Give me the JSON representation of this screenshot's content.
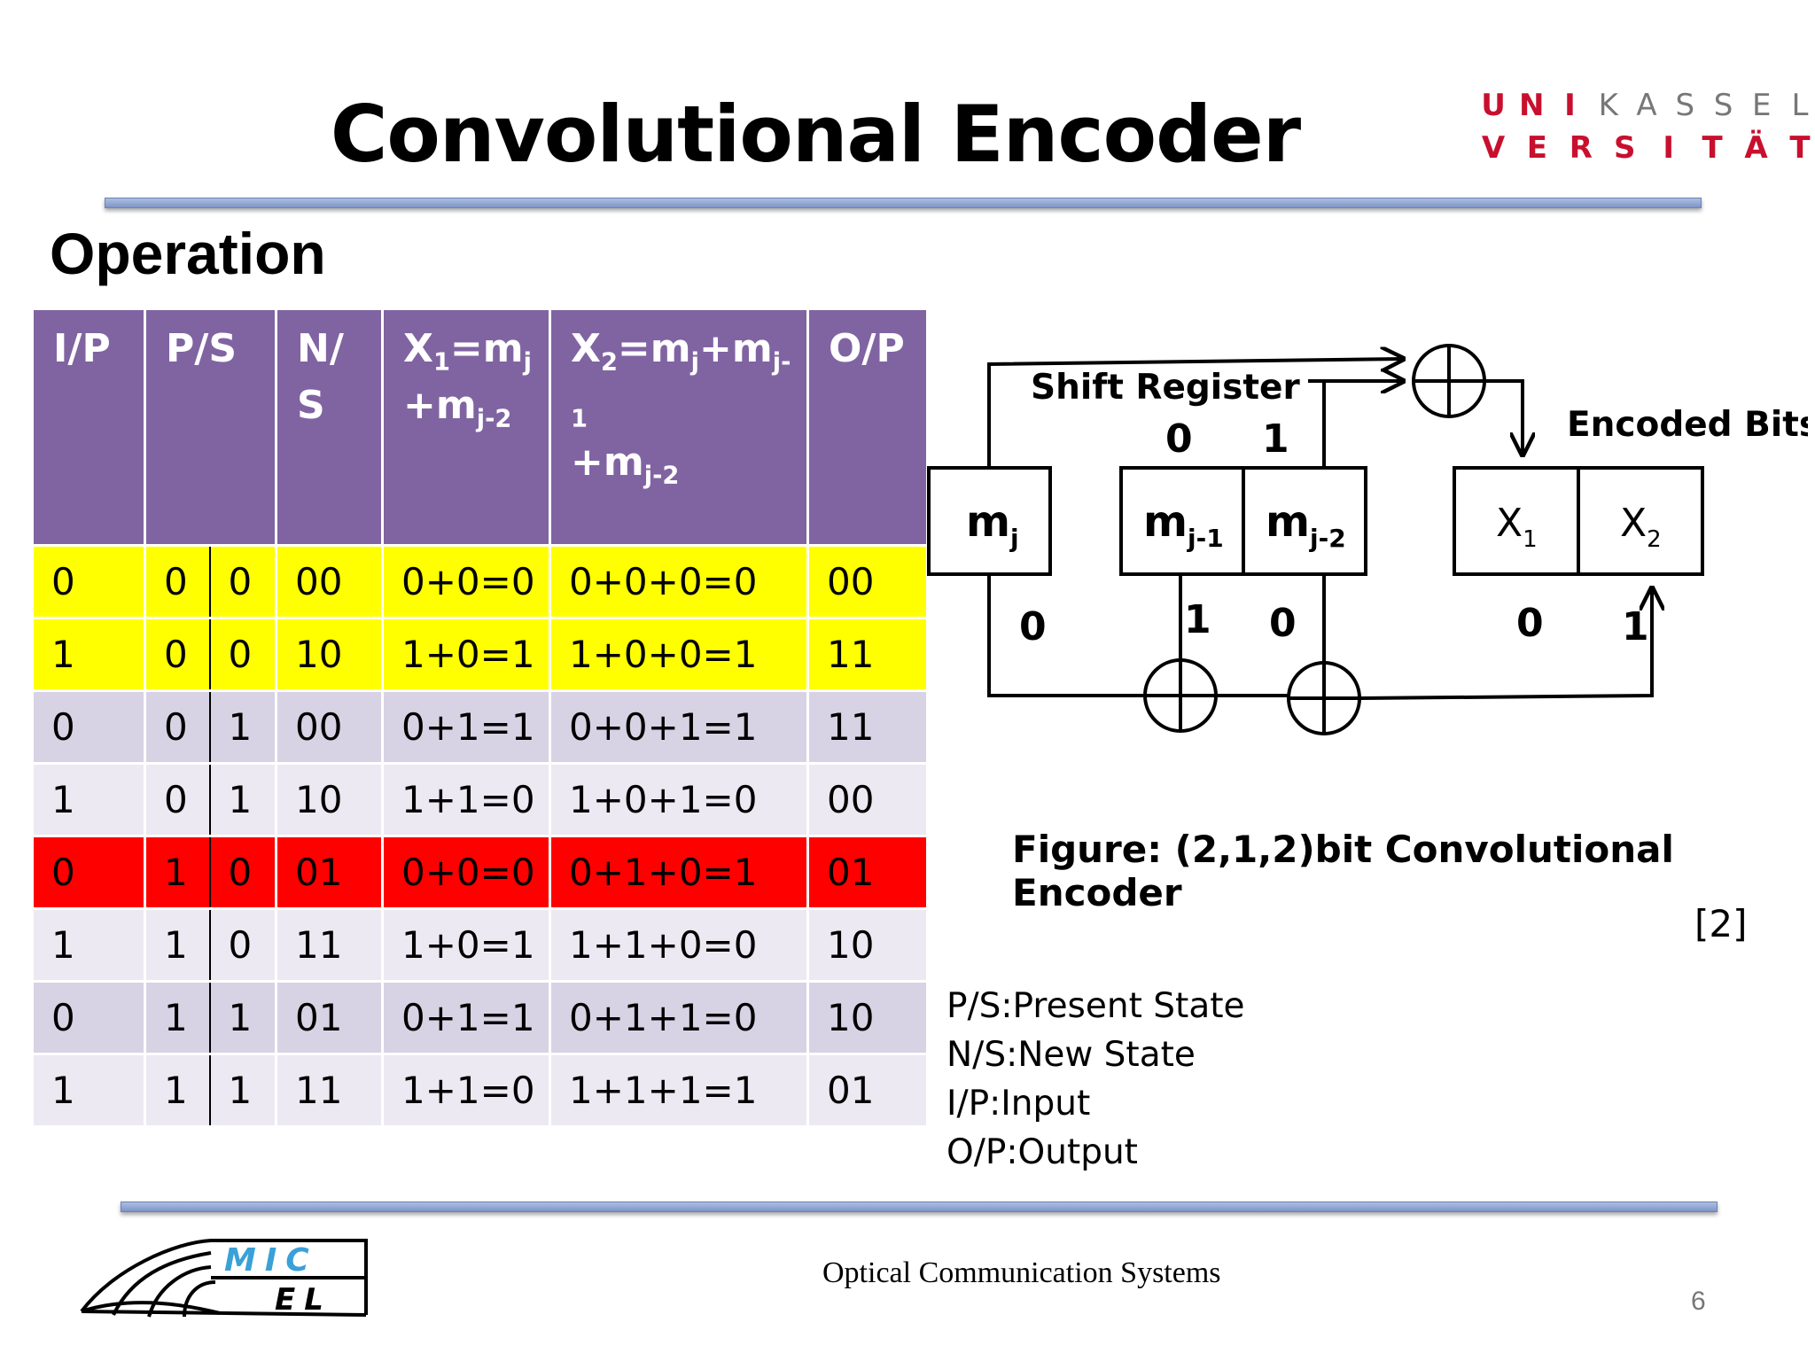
{
  "slide": {
    "title": "Convolutional Encoder",
    "section": "Operation",
    "university_logo": {
      "row1": [
        "U",
        "N",
        "I",
        "K",
        "A",
        "S",
        "S",
        "E",
        "L"
      ],
      "row2": [
        "V",
        "E",
        "R",
        "S",
        "I",
        "T",
        "Ä",
        "T"
      ]
    },
    "footer_text": "Optical Communication Systems",
    "page_number": "6",
    "footer_logo_text": [
      "MIC",
      "EL"
    ]
  },
  "table": {
    "headers": {
      "ip": "I/P",
      "ps": "P/S",
      "ns_line1": "N/",
      "ns_line2": "S",
      "x1_a": "X",
      "x1_a_sub": "1",
      "x1_b": "=m",
      "x1_b_sub": "j",
      "x1_c": "+m",
      "x1_c_sub": "j-2",
      "x2_a": "X",
      "x2_a_sub": "2",
      "x2_b": "=m",
      "x2_b_sub": "j",
      "x2_c": "+m",
      "x2_c_sub": "j-1",
      "x2_d": "+m",
      "x2_d_sub": "j-2",
      "op": "O/P"
    },
    "rows": [
      {
        "ip": "0",
        "ps1": "0",
        "ps2": "0",
        "ns": "00",
        "x1": "0+0=0",
        "x2": "0+0+0=0",
        "op": "00",
        "color": "yellow"
      },
      {
        "ip": "1",
        "ps1": "0",
        "ps2": "0",
        "ns": "10",
        "x1": "1+0=1",
        "x2": "1+0+0=1",
        "op": "11",
        "color": "yellow"
      },
      {
        "ip": "0",
        "ps1": "0",
        "ps2": "1",
        "ns": "00",
        "x1": "0+1=1",
        "x2": "0+0+1=1",
        "op": "11",
        "color": "dark"
      },
      {
        "ip": "1",
        "ps1": "0",
        "ps2": "1",
        "ns": "10",
        "x1": "1+1=0",
        "x2": "1+0+1=0",
        "op": "00",
        "color": "light"
      },
      {
        "ip": "0",
        "ps1": "1",
        "ps2": "0",
        "ns": "01",
        "x1": "0+0=0",
        "x2": "0+1+0=1",
        "op": "01",
        "color": "red"
      },
      {
        "ip": "1",
        "ps1": "1",
        "ps2": "0",
        "ns": "11",
        "x1": "1+0=1",
        "x2": "1+1+0=0",
        "op": "10",
        "color": "light"
      },
      {
        "ip": "0",
        "ps1": "1",
        "ps2": "1",
        "ns": "01",
        "x1": "0+1=1",
        "x2": "0+1+1=0",
        "op": "10",
        "color": "dark"
      },
      {
        "ip": "1",
        "ps1": "1",
        "ps2": "1",
        "ns": "11",
        "x1": "1+1=0",
        "x2": "1+1+1=1",
        "op": "01",
        "color": "light"
      }
    ]
  },
  "diagram": {
    "shift_register_label": "Shift Register",
    "encoded_bits_label": "Encoded Bits",
    "reg_values": [
      "0",
      "1"
    ],
    "mj": "m",
    "mj_sub": "j",
    "mj1": "m",
    "mj1_sub": "j-1",
    "mj2": "m",
    "mj2_sub": "j-2",
    "x1": "X",
    "x1_sub": "1",
    "x2": "X",
    "x2_sub": "2",
    "bit_mj": "0",
    "bit_mj1": "1",
    "bit_mj2": "0",
    "bit_x1": "0",
    "bit_x2": "1"
  },
  "figure_caption": "Figure: (2,1,2)bit Convolutional Encoder",
  "reference": "[2]",
  "legend": [
    "P/S:Present State",
    "N/S:New State",
    "I/P:Input",
    "O/P:Output"
  ],
  "colors": {
    "header_purple": "#8064a2",
    "row_yellow": "#ffff00",
    "row_red": "#ff0000",
    "row_dark": "#d7d3e4",
    "row_light": "#ece9f2",
    "logo_red": "#c8102e"
  }
}
